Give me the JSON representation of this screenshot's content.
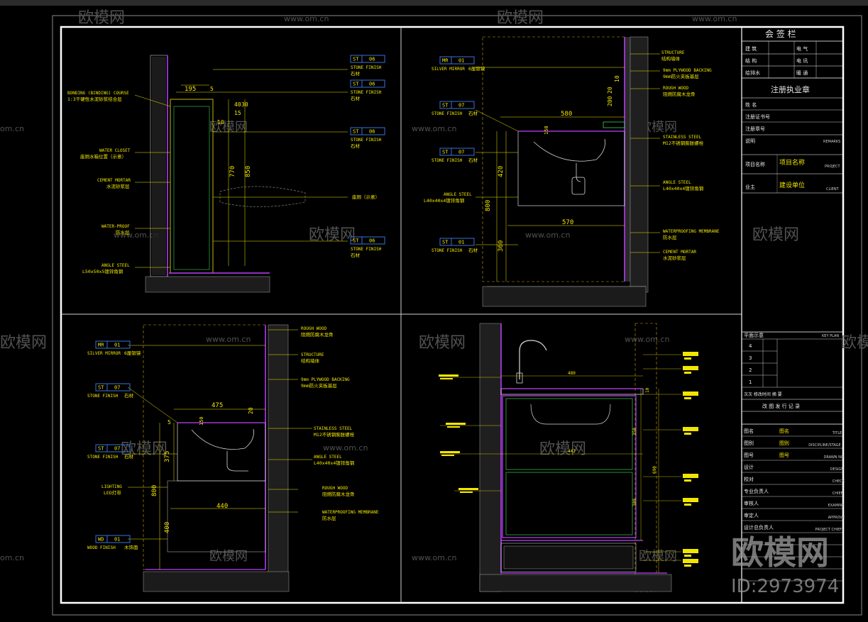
{
  "watermark": {
    "brand": "欧模网",
    "url": "www.om.cn",
    "url_short": "om.cn",
    "id": "ID:2973974",
    "brand_large": "欧模网"
  },
  "title_block": {
    "sign_header": "会 签 栏",
    "sign_rows": [
      {
        "left": "建 筑",
        "right": "电 气"
      },
      {
        "left": "结 构",
        "right": "电 讯"
      },
      {
        "left": "给排水",
        "right": "暖 通"
      }
    ],
    "seal_title": "注册执业章",
    "name_label": "姓 名",
    "reg_no_label": "注册证书号",
    "reg_stamp_label": "注册章号",
    "remarks_cn": "说明",
    "remarks_en": "REMARKS",
    "project_label": "项目名称",
    "project_value": "项目名称",
    "project_en": "PROJECT",
    "client_label": "业主",
    "client_value": "建设单位",
    "client_en": "CLIENT",
    "keyplan_cn": "平面示意",
    "keyplan_en": "KEY PLAN",
    "revisions": [
      "4",
      "3",
      "2",
      "1"
    ],
    "rev_header": "次次 修改时间 摘 要",
    "rev_title": "改 图 发 行 记 录",
    "fields": [
      {
        "cn": "图名",
        "val": "图名",
        "en": "TITLE"
      },
      {
        "cn": "图别",
        "val": "图别",
        "en": "DISCIPLINE/STAGE"
      },
      {
        "cn": "图号",
        "val": "图号",
        "en": "DRAWN NO."
      },
      {
        "cn": "设计",
        "val": "",
        "en": "DESIGN"
      },
      {
        "cn": "校对",
        "val": "",
        "en": "CHECK"
      },
      {
        "cn": "专业负责人",
        "val": "",
        "en": "CHIEF"
      },
      {
        "cn": "审核人",
        "val": "",
        "en": "EXAMINE"
      },
      {
        "cn": "审定人",
        "val": "",
        "en": "APPROVE"
      },
      {
        "cn": "设计总负责人",
        "val": "",
        "en": "PROJECT CHIEF"
      }
    ]
  },
  "panel_tl": {
    "dims": {
      "d195": "195",
      "d5": "5",
      "d40": "40",
      "d15": "15",
      "d30": "30",
      "d770": "770",
      "d850": "850",
      "d10": "10"
    },
    "labels": {
      "bonding_en": "BONDING (BINDING) COURSE",
      "bonding_cn": "1:3干硬性水泥砂浆结合层",
      "closet_en": "WATER CLOSET",
      "closet_cn": "座厕水箱位置（示意）",
      "mortar_en": "CEMENT MORTAR",
      "mortar_cn": "水泥砂浆层",
      "waterproof_en": "WATER-PROOF",
      "waterproof_cn": "防水层",
      "angle_en": "ANGLE STEEL",
      "angle_cn": "L50x50x5镀锌角钢",
      "toilet_cn": "座厕（示意）"
    },
    "tags": [
      {
        "code": "ST",
        "num": "06",
        "en": "STONE FINISH",
        "cn": "石材"
      },
      {
        "code": "ST",
        "num": "06",
        "en": "STONE FINISH",
        "cn": "石材"
      },
      {
        "code": "ST",
        "num": "06",
        "en": "STONE FINISH",
        "cn": "石材"
      },
      {
        "code": "ST",
        "num": "06",
        "en": "STONE FINISH",
        "cn": "石材"
      }
    ]
  },
  "panel_tr": {
    "dims": {
      "d580": "580",
      "d570": "570",
      "d420": "420",
      "d800": "800",
      "d360": "360",
      "d10": "10",
      "d200": "200",
      "d20": "20",
      "d150": "150"
    },
    "labels": {
      "mirror_en": "SILVER MIRROR",
      "mirror_cn": "6厘银镜",
      "structure_en": "STRUCTURE",
      "structure_cn": "结构墙体",
      "plywood_en": "9mm PLYWOOD BACKING",
      "plywood_cn": "9mm防火夹板基层",
      "rough_en": "ROUGH WOOD",
      "rough_cn": "阻燃防腐木龙骨",
      "ss_en": "STAINLESS STEEL",
      "ss_cn": "M12不锈钢膨胀螺栓",
      "angle_en": "ANGLE STEEL",
      "angle_cn": "L40x40x4镀锌角钢",
      "angle2_en": "ANGLE STEEL",
      "angle2_cn": "L40x40x4镀锌角钢",
      "wp_en": "WATERPROOFING MEMBRANE",
      "wp_cn": "防水层",
      "mortar_en": "CEMENT MORTAR",
      "mortar_cn": "水泥砂浆层"
    },
    "tags": [
      {
        "code": "MR",
        "num": "01",
        "en": "SILVER MIRROR",
        "cn": "6厘银镜"
      },
      {
        "code": "ST",
        "num": "07",
        "en": "STONE FINISH",
        "cn": "石材"
      },
      {
        "code": "ST",
        "num": "07",
        "en": "STONE FINISH",
        "cn": "石材"
      },
      {
        "code": "ST",
        "num": "01",
        "en": "STONE FINISH",
        "cn": "石材"
      }
    ]
  },
  "panel_bl": {
    "dims": {
      "d475": "475",
      "d440": "440",
      "d375": "375",
      "d800": "800",
      "d400": "400",
      "d20": "20",
      "d150": "150",
      "d5": "5"
    },
    "labels": {
      "rough_en": "ROUGH WOOD",
      "rough_cn": "阻燃防腐木龙骨",
      "structure_en": "STRUCTURE",
      "structure_cn": "结构墙体",
      "plywood_en": "9mm PLYWOOD BACKING",
      "plywood_cn": "9mm防火夹板基层",
      "ss_en": "STAINLESS STEEL",
      "ss_cn": "M12不锈钢膨胀螺栓",
      "angle_en": "ANGLE STEEL",
      "angle_cn": "L40x40x4镀锌角钢",
      "rough2_en": "ROUGH WOOD",
      "rough2_cn": "阻燃防腐木龙骨",
      "wp_en": "WATERPROOFING MEMBRANE",
      "wp_cn": "防水层",
      "led_en": "LIGHTING",
      "led_cn": "LED灯带",
      "wood_en": "WOOD FINISH",
      "wood_cn": "木饰面"
    },
    "tags": [
      {
        "code": "MR",
        "num": "01",
        "en": "SILVER MIRROR",
        "cn": "6厘银镜"
      },
      {
        "code": "ST",
        "num": "07",
        "en": "STONE FINISH",
        "cn": "石材"
      },
      {
        "code": "ST",
        "num": "07",
        "en": "STONE FINISH",
        "cn": "石材"
      },
      {
        "code": "WD",
        "num": "01",
        "en": "WOOD FINISH",
        "cn": "木饰面"
      }
    ]
  },
  "panel_br": {
    "dims": {
      "d480": "480",
      "d447": "447",
      "d690": "690",
      "d350": "350",
      "d300": "300",
      "d10": "10"
    }
  },
  "colors": {
    "yellow": "#f2e600",
    "magenta": "#c040ff",
    "frame": "#ffffff",
    "blue": "#3a6fd8",
    "green": "#3ccf4e",
    "red": "#e23030"
  }
}
